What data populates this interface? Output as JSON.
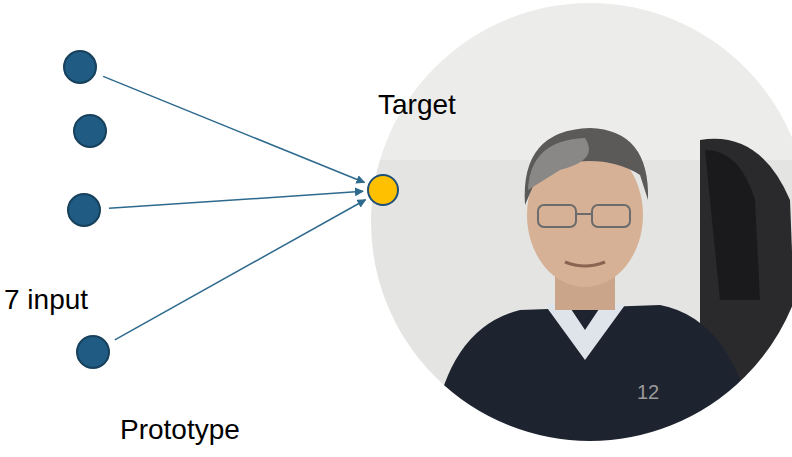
{
  "diagram": {
    "nodes": [
      {},
      {},
      {},
      {},
      {
        "text": [
          "Target"
        ]
      }
    ],
    "edges": [
      {
        "from": 0,
        "to": 4,
        "arrow": "to"
      },
      {
        "from": 2,
        "to": 4,
        "arrow": "to"
      },
      {
        "from": 3,
        "to": 4,
        "arrow": "to"
      }
    ],
    "labels": [
      "7 input",
      "Prototype",
      "12"
    ]
  }
}
